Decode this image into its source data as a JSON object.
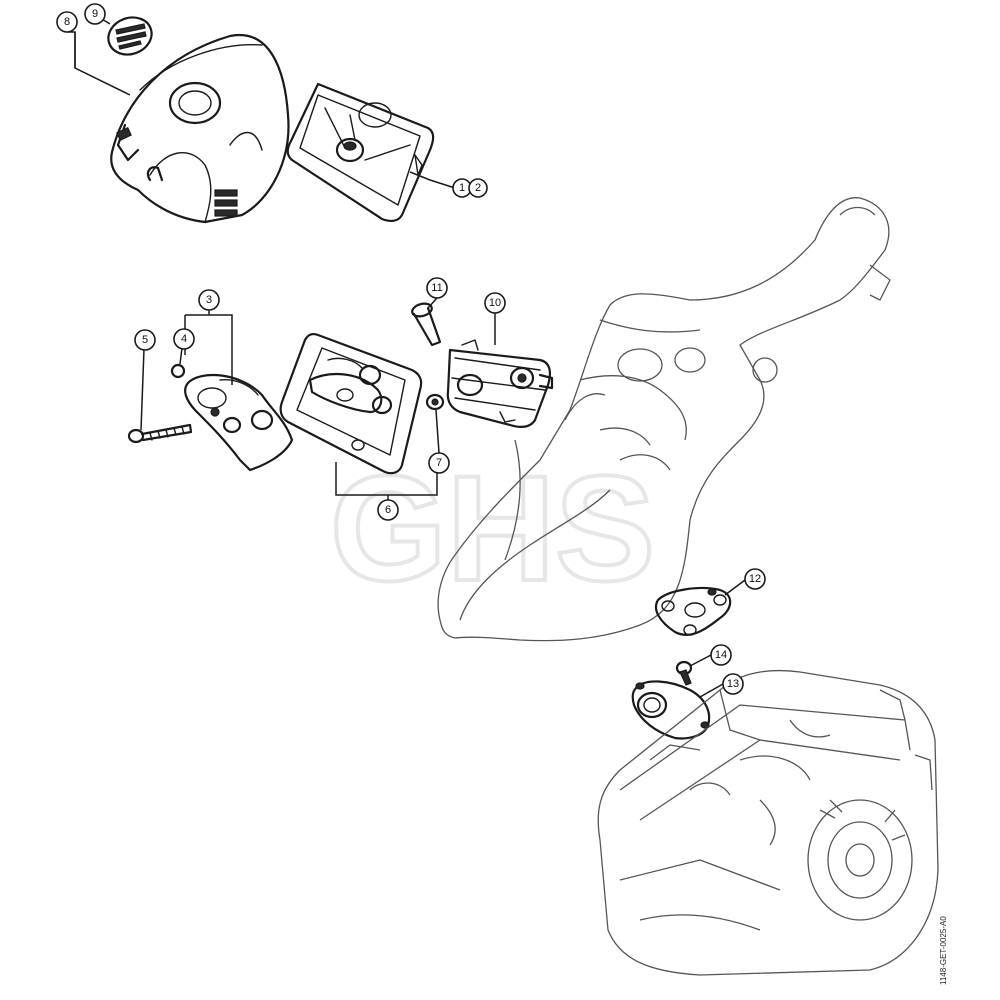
{
  "diagram": {
    "reference_code": "1148-GET-0025-A0",
    "watermark": "GHS",
    "callouts": [
      {
        "id": "c1",
        "label": "1"
      },
      {
        "id": "c2",
        "label": "2"
      },
      {
        "id": "c3",
        "label": "3"
      },
      {
        "id": "c4",
        "label": "4"
      },
      {
        "id": "c5",
        "label": "5"
      },
      {
        "id": "c6",
        "label": "6"
      },
      {
        "id": "c7",
        "label": "7"
      },
      {
        "id": "c8",
        "label": "8"
      },
      {
        "id": "c9",
        "label": "9"
      },
      {
        "id": "c10",
        "label": "10"
      },
      {
        "id": "c11",
        "label": "11"
      },
      {
        "id": "c12",
        "label": "12"
      },
      {
        "id": "c13",
        "label": "13"
      },
      {
        "id": "c14",
        "label": "14"
      }
    ]
  }
}
